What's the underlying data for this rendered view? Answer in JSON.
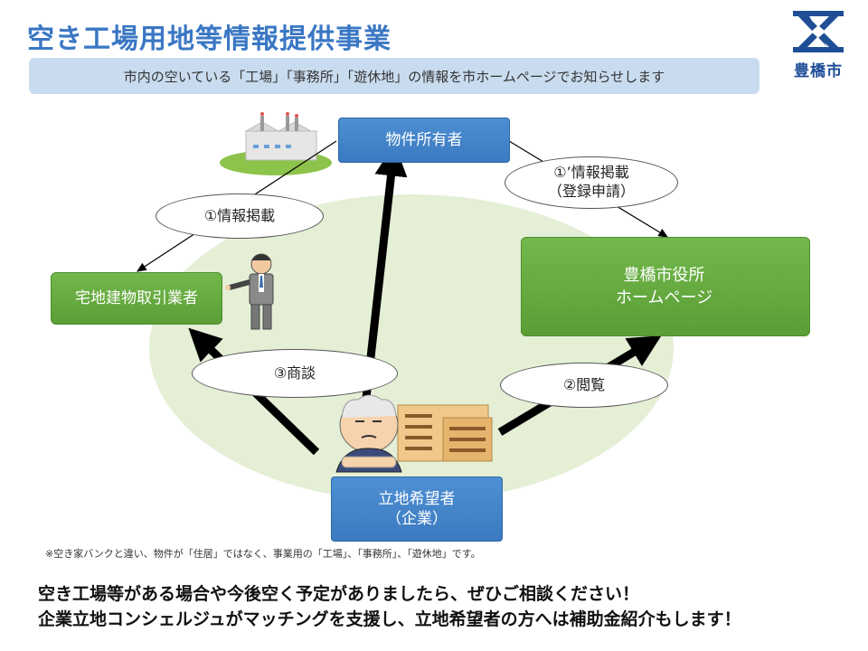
{
  "header": {
    "title": "空き工場用地等情報提供事業",
    "logo_text": "豊橋市",
    "subtitle": "市内の空いている「工場」「事務所」「遊休地」の情報を市ホームページでお知らせします"
  },
  "nodes": {
    "owner": "物件所有者",
    "realtor": "宅地建物取引業者",
    "homepage_line1": "豊橋市役所",
    "homepage_line2": "ホームページ",
    "applicant_line1": "立地希望者",
    "applicant_line2": "（企業）"
  },
  "ovals": {
    "info_post": "①情報掲載",
    "info_post2_line1": "①’情報掲載",
    "info_post2_line2": "（登録申請）",
    "negotiation": "③商談",
    "browse": "②閲覧"
  },
  "footer": {
    "note": "※空き家バンクと違い、物件が「住居」ではなく、事業用の「工場」、「事務所」、「遊休地」です。",
    "line1": "空き工場等がある場合や今後空く予定がありましたら、ぜひご相談ください！",
    "line2": "企業立地コンシェルジュがマッチングを支援し、立地希望者の方へは補助金紹介もします！"
  },
  "colors": {
    "title": "#3a77c4",
    "blue_box": "#4285cc",
    "green_box": "#66ac40",
    "circle": "#e4efd6",
    "arrow": "#000000"
  }
}
